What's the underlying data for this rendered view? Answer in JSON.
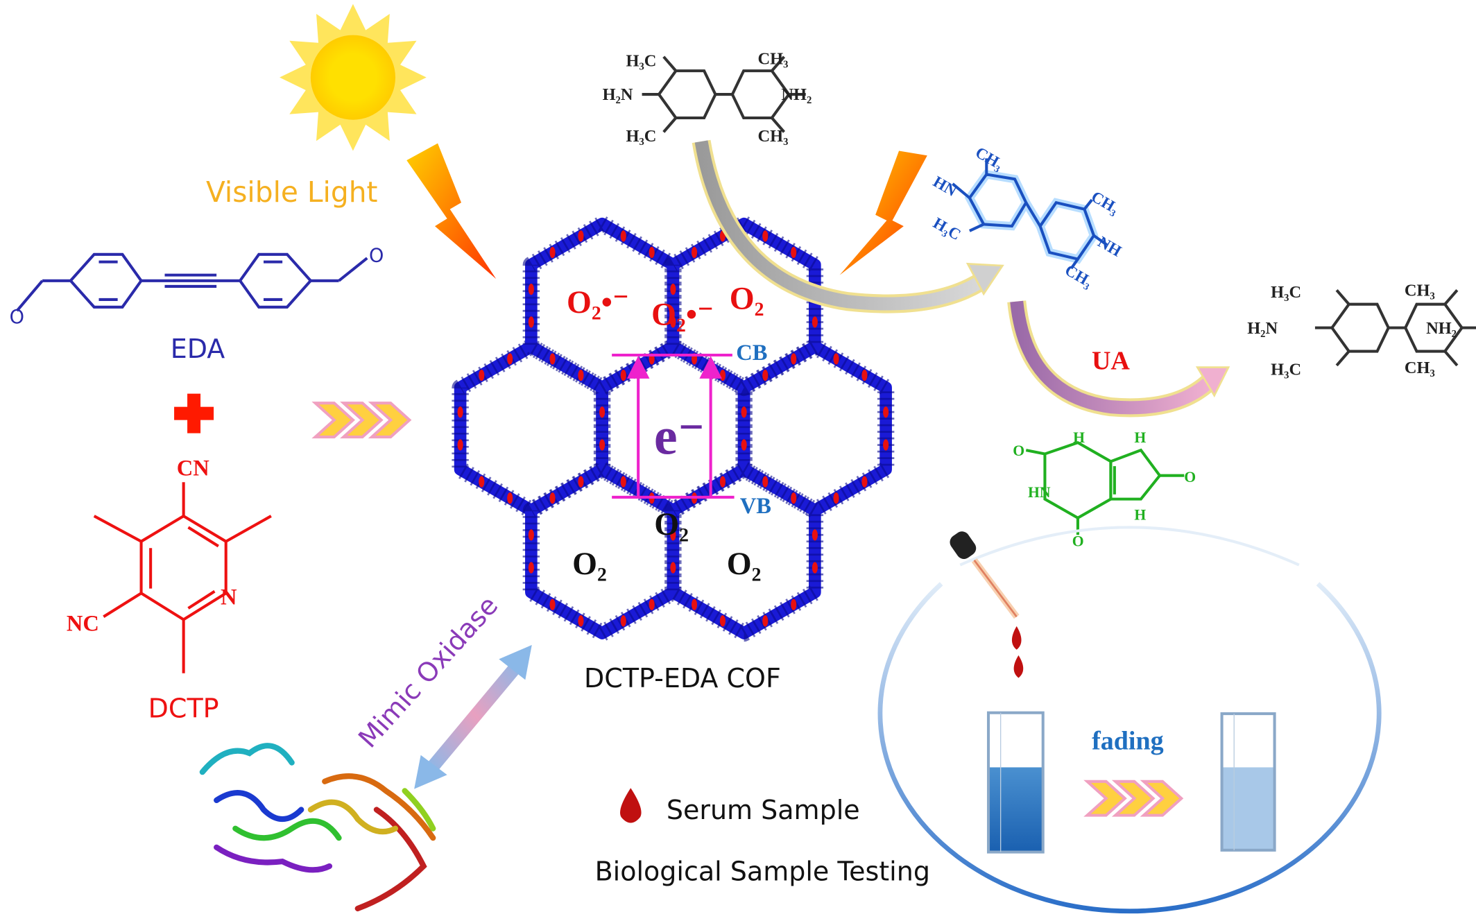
{
  "colors": {
    "cof_blue": "#1a1ad6",
    "oxygen_red": "#e81010",
    "band_magenta": "#ee22cc",
    "electron_purple": "#6a2aa0",
    "label_blue": "#1f6fc0",
    "uric_green": "#20b020",
    "dctp_red": "#ee1111",
    "eda_blue": "#2a2aaa"
  },
  "light": {
    "label": "Visible Light"
  },
  "eda": {
    "label": "EDA",
    "aldehyde_o": "O"
  },
  "dctp": {
    "label": "DCTP",
    "cn": "CN",
    "nc": "NC",
    "n": "N"
  },
  "cof": {
    "label": "DCTP-EDA COF",
    "superoxide_1": "O₂•⁻",
    "superoxide_2": "O₂•⁻",
    "o2_top": "O₂",
    "o2_center": "O₂",
    "o2_left": "O₂",
    "o2_right": "O₂",
    "electron": "e⁻",
    "cb": "CB",
    "vb": "VB"
  },
  "tmb": {
    "h3c_top": "H₃C",
    "ch3_top": "CH₃",
    "h2n": "H₂N",
    "nh2": "NH₂",
    "h3c_bottom": "H₃C",
    "ch3_bottom": "CH₃"
  },
  "ox_tmb": {
    "ch3_1": "CH₃",
    "hn": "HN",
    "h3c": "H₃C",
    "ch3_2": "CH₃",
    "nh": "NH",
    "ch3_3": "CH₃"
  },
  "tmb_right": {
    "h3c_top": "H₃C",
    "ch3_top": "CH₃",
    "h2n": "H₂N",
    "nh2": "NH₂",
    "h3c_bottom": "H₃C",
    "ch3_bottom": "CH₃"
  },
  "ua": {
    "label": "UA",
    "h1": "H",
    "h2": "H",
    "hn": "HN",
    "h3": "H",
    "o1": "O",
    "o2": "O",
    "o3": "O"
  },
  "mimic": {
    "label": "Mimic Oxidase"
  },
  "assay": {
    "fading": "fading",
    "serum": "Serum Sample",
    "testing": "Biological Sample Testing"
  }
}
